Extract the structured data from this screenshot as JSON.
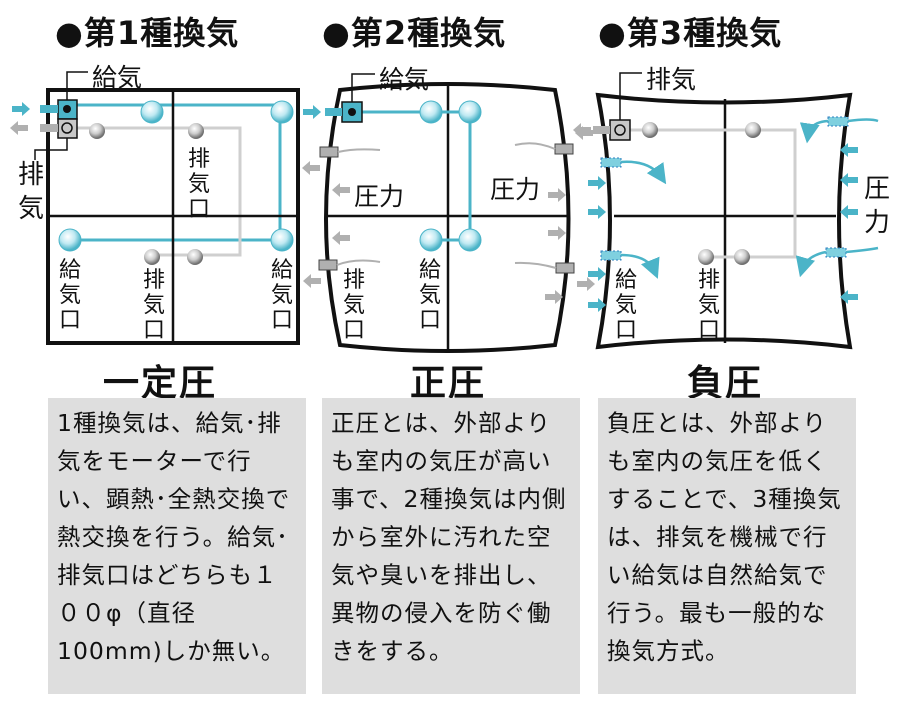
{
  "columns": [
    {
      "title": "●第1種換気",
      "supply_label": "給気",
      "exhaust_label": "排気",
      "exhaust_port_label": "排気口",
      "supply_port_label_left": "給気口",
      "exhaust_port_label_bottom": "排気口",
      "supply_port_label_right": "給気口",
      "mode": "一定圧",
      "description": "1種換気は、給気･排気をモーターで行い、顕熱･全熱交換で熱交換を行う。給気･排気口はどちらも１００φ（直径100mm)しか無い。"
    },
    {
      "title": "●第2種換気",
      "supply_label": "給気",
      "pressure_label_1": "圧力",
      "pressure_label_2": "圧力",
      "exhaust_port_label": "排気口",
      "supply_port_label": "給気口",
      "mode": "正圧",
      "description": "正圧とは、外部よりも室内の気圧が高い事で、2種換気は内側から室外に汚れた空気や臭いを排出し、異物の侵入を防ぐ働きをする。"
    },
    {
      "title": "●第3種換気",
      "exhaust_label": "排気",
      "pressure_label": "圧力",
      "supply_port_label": "給気口",
      "exhaust_port_label": "排気口",
      "mode": "負圧",
      "description": "負圧とは、外部よりも室内の気圧を低くすることで、3種換気は、排気を機械で行い給気は自然給気で行う。最も一般的な換気方式。"
    }
  ],
  "colors": {
    "supply": "#4bb4c8",
    "supply_dark": "#2e7fbf",
    "exhaust": "#b0b0b0",
    "wall": "#111111",
    "panel": "#dedede"
  }
}
